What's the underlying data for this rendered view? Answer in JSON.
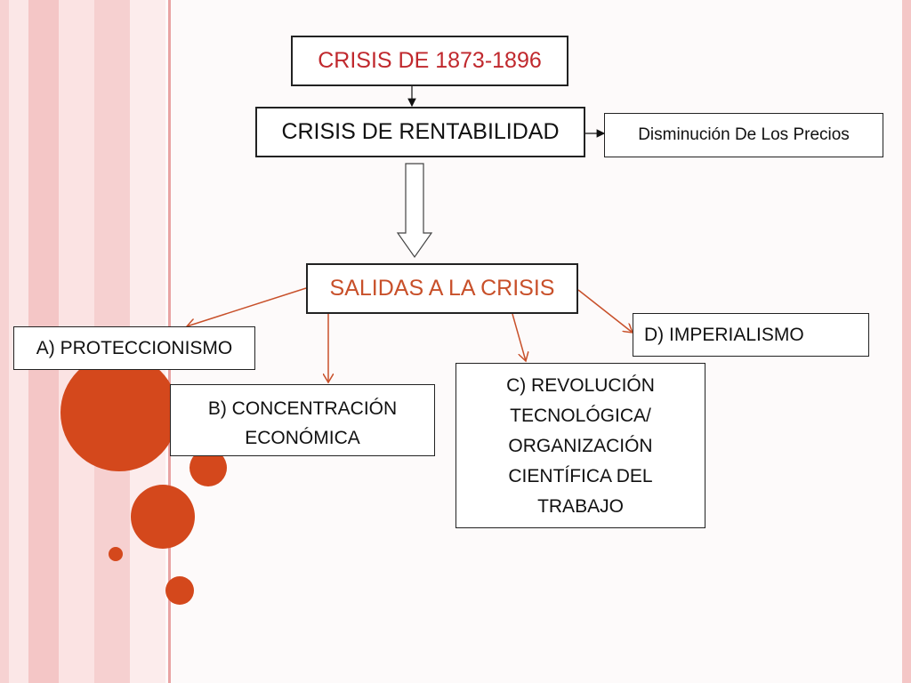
{
  "colors": {
    "accent": "#d4481c",
    "title_red": "#c0282d",
    "salidas_orange": "#c8502a",
    "stripe_pink": "#f4c6c6",
    "stripe_light": "#fbe3e3"
  },
  "diagram": {
    "crisis_title": "CRISIS DE 1873-1896",
    "crisis_rentabilidad": "CRISIS DE RENTABILIDAD",
    "disminucion": "Disminución De Los Precios",
    "salidas": "SALIDAS A LA CRISIS",
    "proteccionismo": "A) PROTECCIONISMO",
    "concentracion": {
      "line1": "B) CONCENTRACIÓN",
      "line2": "ECONÓMICA"
    },
    "revolucion": {
      "line1": "C) REVOLUCIÓN",
      "line2": "TECNOLÓGICA/",
      "line3": "ORGANIZACIÓN",
      "line4": "CIENTÍFICA DEL",
      "line5": "TRABAJO"
    },
    "imperialismo": "D) IMPERIALISMO"
  }
}
